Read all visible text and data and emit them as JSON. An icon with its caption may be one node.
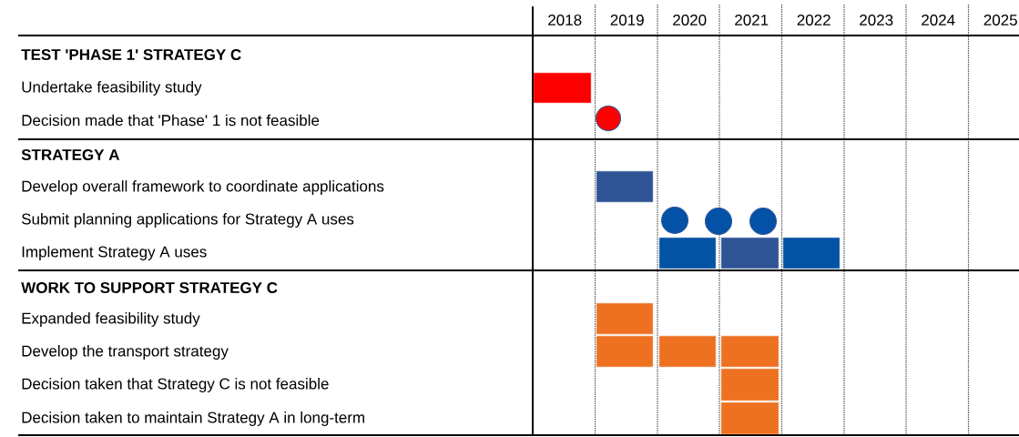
{
  "diagram": {
    "nodes": [
      {
        "text": [],
        "shape": "bar"
      },
      {
        "text": [],
        "shape": "circle"
      },
      {
        "text": [],
        "shape": "bar"
      },
      {
        "text": [],
        "shape": "circle"
      },
      {
        "text": [],
        "shape": "circle"
      },
      {
        "text": [],
        "shape": "circle"
      },
      {
        "text": [],
        "shape": "bar"
      },
      {
        "text": [],
        "shape": "bar"
      },
      {
        "text": [],
        "shape": "bar"
      },
      {
        "text": [],
        "shape": "bar"
      },
      {
        "text": [],
        "shape": "bar"
      },
      {
        "text": [],
        "shape": "bar"
      },
      {
        "text": [],
        "shape": "bar"
      },
      {
        "text": [],
        "shape": "bar"
      },
      {
        "text": [],
        "shape": "bar"
      }
    ],
    "labels": [
      "2018",
      "2019",
      "2020",
      "2021",
      "2022",
      "2023",
      "2024",
      "2025",
      "TEST 'PHASE 1' STRATEGY C",
      "Undertake feasibility study",
      "Decision made that 'Phase' 1 is not feasible",
      "STRATEGY A",
      "Develop overall framework to coordinate applications",
      "Submit planning applications for Strategy A uses",
      "Implement Strategy A uses",
      "WORK TO SUPPORT STRATEGY C",
      "Expanded feasibility study",
      "Develop the transport strategy",
      "Decision taken that Strategy C is not feasible",
      "Decision taken to maintain Strategy A in long-term"
    ]
  }
}
